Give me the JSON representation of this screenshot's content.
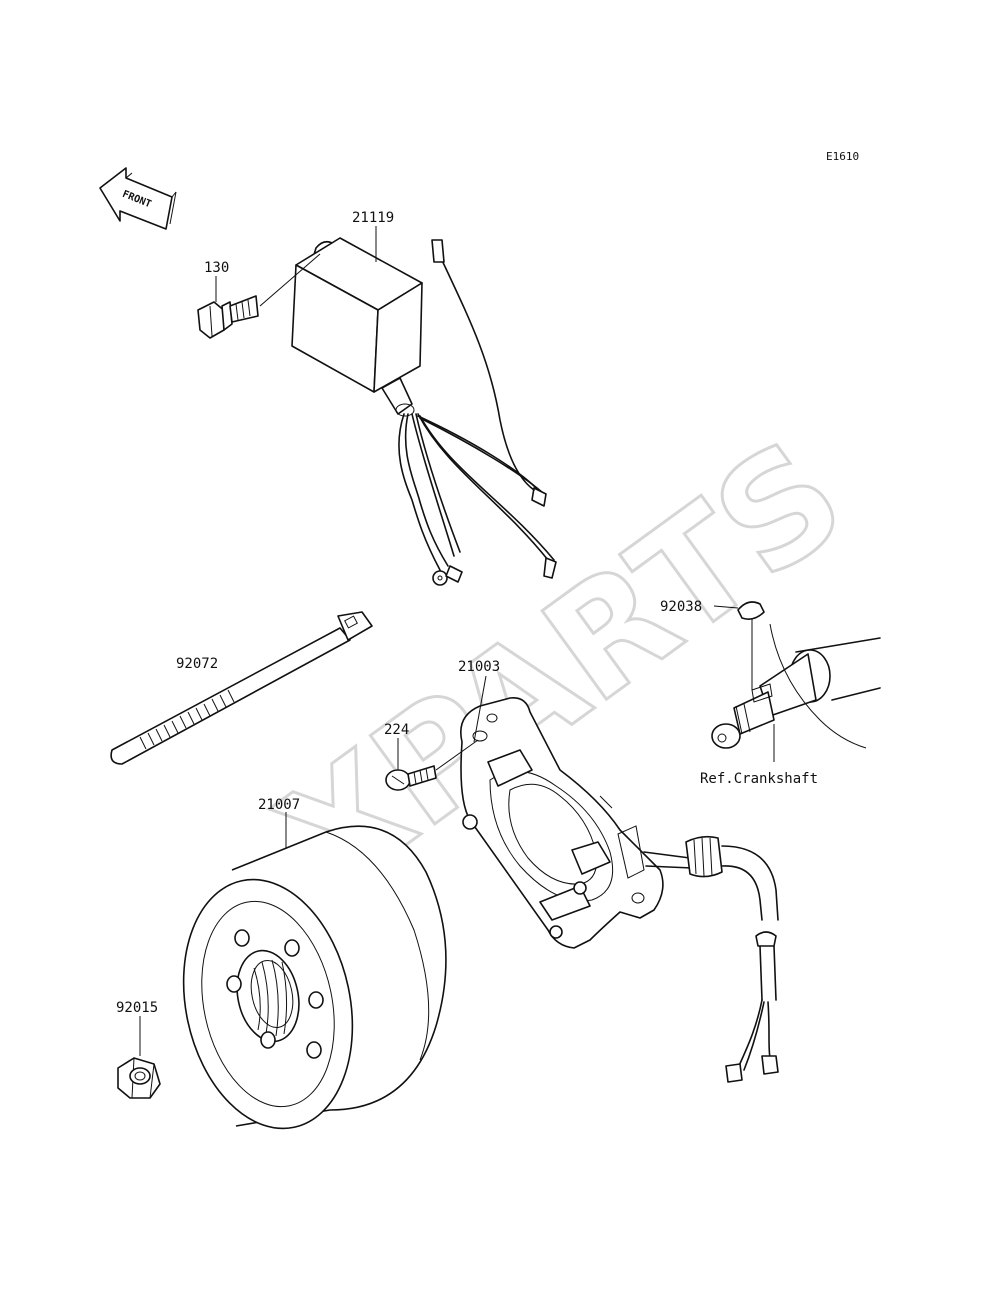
{
  "diagram": {
    "code": "E1610",
    "front_indicator": "FRONT",
    "watermark": "XPARTS",
    "reference_label": "Ref.Crankshaft",
    "parts": [
      {
        "id": "cdi",
        "number": "21119"
      },
      {
        "id": "bolt",
        "number": "130"
      },
      {
        "id": "tie",
        "number": "92072"
      },
      {
        "id": "stator",
        "number": "21003"
      },
      {
        "id": "key",
        "number": "92038"
      },
      {
        "id": "screw",
        "number": "224"
      },
      {
        "id": "flywheel",
        "number": "21007"
      },
      {
        "id": "nut",
        "number": "92015"
      }
    ]
  }
}
